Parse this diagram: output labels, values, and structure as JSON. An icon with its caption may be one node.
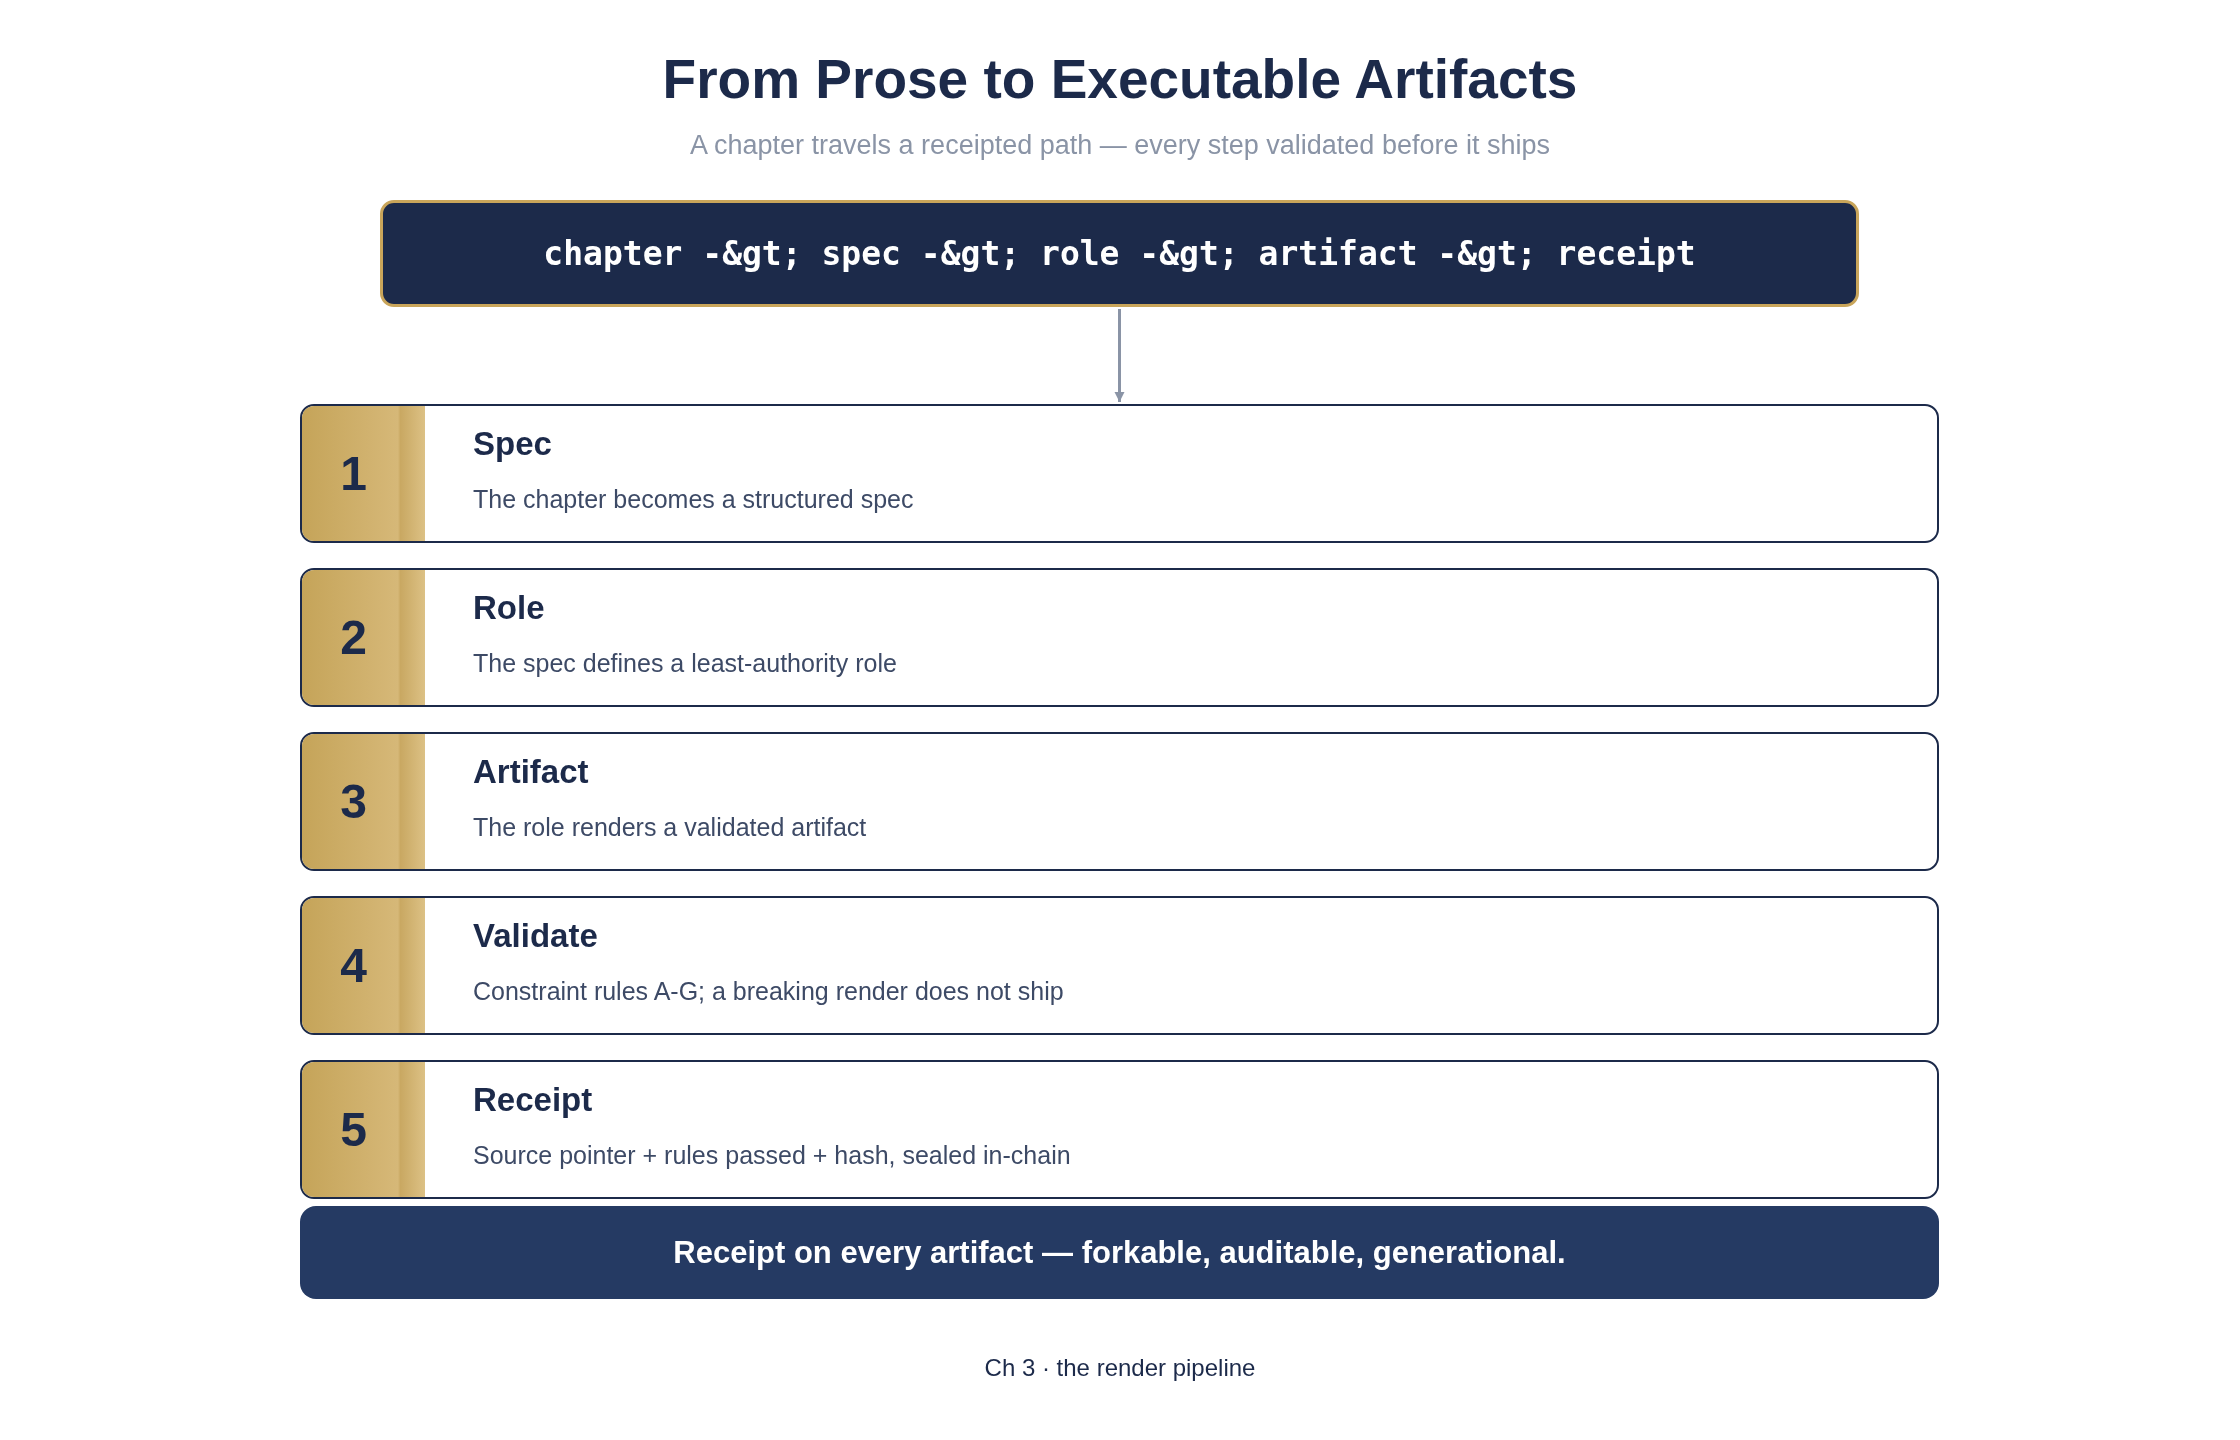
{
  "diagram": {
    "title": "From Prose to Executable Artifacts",
    "caption": "Ch 3 · the render pipeline",
    "nodes": [
      {
        "text": [
          "chapter -&gt; spec -&gt; role -&gt; artifact -&gt; receipt"
        ]
      },
      {
        "text": [
          "Spec",
          "The chapter becomes a structured spec"
        ]
      },
      {
        "text": [
          "1"
        ],
        "in": 1
      },
      {
        "text": [
          "Role",
          "The spec defines a least-authority role"
        ]
      },
      {
        "text": [
          "2"
        ],
        "in": 3
      },
      {
        "text": [
          "Artifact",
          "The role renders a validated artifact"
        ]
      },
      {
        "text": [
          "3"
        ],
        "in": 5
      },
      {
        "text": [
          "Validate",
          "Constraint rules A-G; a breaking render does not ship"
        ]
      },
      {
        "text": [
          "4"
        ],
        "in": 7
      },
      {
        "text": [
          "Receipt",
          "Source pointer + rules passed + hash, sealed in-chain"
        ]
      },
      {
        "text": [
          "5"
        ],
        "in": 9
      },
      {
        "text": [
          "Receipt on every artifact — forkable, auditable, generational."
        ]
      }
    ],
    "edges": [
      {
        "from": 0,
        "to": 1,
        "arrow": "to"
      }
    ],
    "labels": [
      "A chapter travels a receipted path — every step validated before it ships"
    ]
  }
}
